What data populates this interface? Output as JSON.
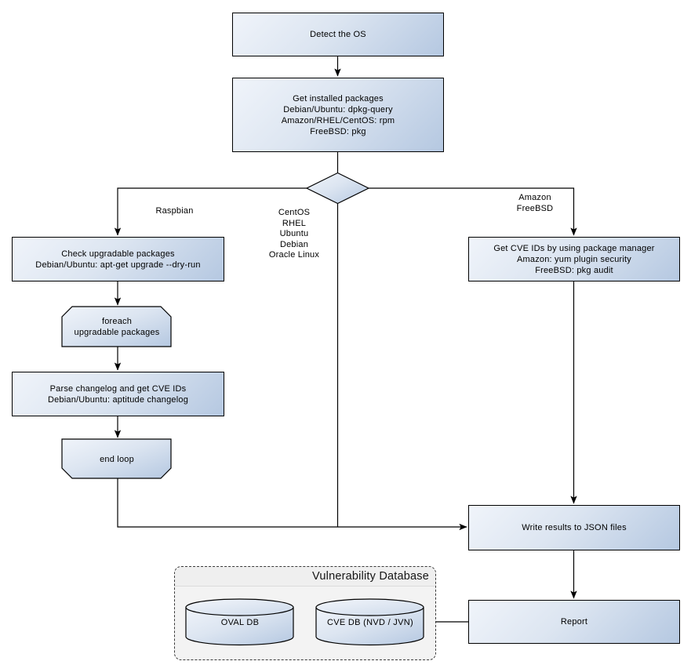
{
  "diagram": {
    "nodes": {
      "detect_os": {
        "label": "Detect the OS"
      },
      "get_installed_packages": {
        "lines": [
          "Get installed packages",
          "Debian/Ubuntu: dpkg-query",
          "Amazon/RHEL/CentOS: rpm",
          "FreeBSD: pkg"
        ]
      },
      "check_upgradable_packages": {
        "lines": [
          "Check upgradable packages",
          "Debian/Ubuntu: apt-get upgrade --dry-run"
        ]
      },
      "foreach_loop": {
        "lines": [
          "foreach",
          "upgradable packages"
        ]
      },
      "parse_changelog": {
        "lines": [
          "Parse changelog and get CVE IDs",
          "Debian/Ubuntu: aptitude changelog"
        ]
      },
      "end_loop": {
        "label": "end loop"
      },
      "get_cve_ids": {
        "lines": [
          "Get CVE IDs by using package manager",
          "Amazon: yum plugin security",
          "FreeBSD: pkg audit"
        ]
      },
      "write_results": {
        "label": "Write results to JSON files"
      },
      "report": {
        "label": "Report"
      }
    },
    "branch_labels": {
      "left": "Raspbian",
      "middle": [
        "CentOS",
        "RHEL",
        "Ubuntu",
        "Debian",
        "Oracle Linux"
      ],
      "right": [
        "Amazon",
        "FreeBSD"
      ]
    },
    "vulnerability_database": {
      "title": "Vulnerability Database",
      "oval_db": "OVAL DB",
      "cve_db": "CVE DB (NVD / JVN)"
    },
    "colors": {
      "node_fill_light": "#f0f4fa",
      "node_fill_dark": "#b5c8e1",
      "node_border": "#000000",
      "connector": "#000000",
      "container_bg": "#f3f3f3",
      "container_header_bg": "#efefef",
      "canvas_bg": "#ffffff"
    }
  }
}
